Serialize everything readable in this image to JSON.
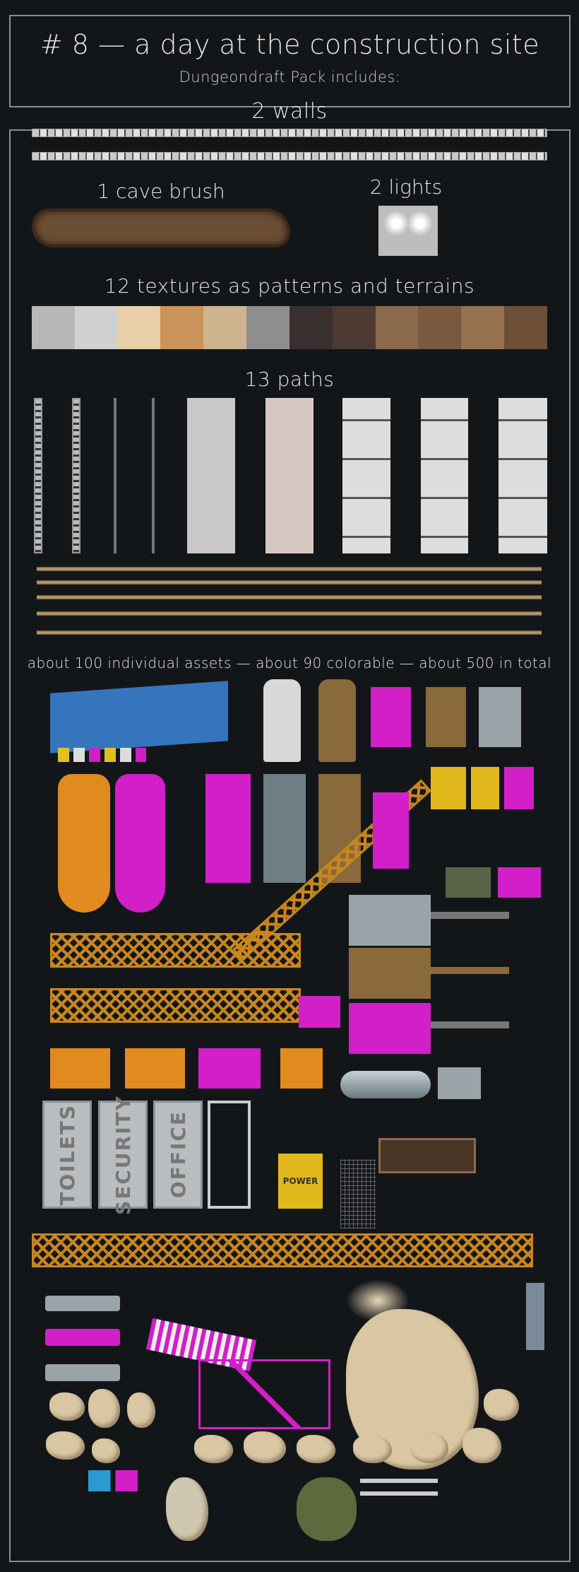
{
  "header": {
    "title": "# 8 — a day at the construction site",
    "subtitle": "Dungeondraft Pack includes:"
  },
  "sections": {
    "walls": "2 walls",
    "cave_brush": "1 cave brush",
    "lights": "2 lights",
    "textures": "12 textures as patterns and terrains",
    "paths": "13 paths",
    "assets": "about 100 individual assets — about 90 colorable — about 500 in total"
  },
  "asset_labels": {
    "toilets": "TOILETS",
    "security": "SECURITY",
    "office": "OFFICE",
    "power": "POWER"
  },
  "texture_colors": [
    "#b8b8b8",
    "#d0d0d0",
    "#e8cfa8",
    "#c9935a",
    "#cdb38e",
    "#8e8e8e",
    "#3a3030",
    "#4d3a33",
    "#8b6a4c",
    "#7a5a3e",
    "#95724f",
    "#6e5036"
  ],
  "colors": {
    "background": "#131619",
    "border": "#8a8d90",
    "magenta": "#d21fc8",
    "blueprint": "#3a7fd0",
    "crane": "#c9861e"
  }
}
